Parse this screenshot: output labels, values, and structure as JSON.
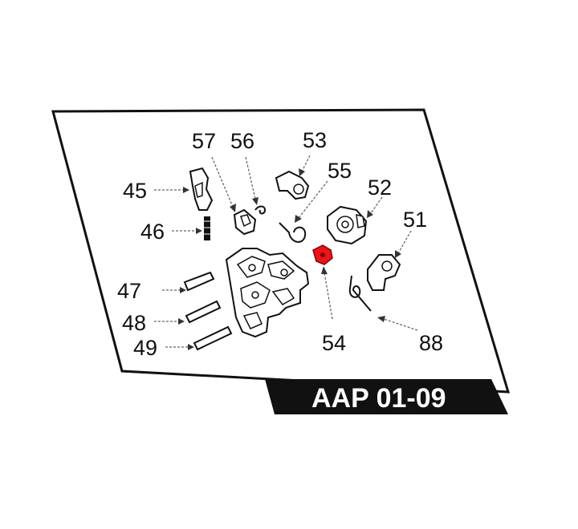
{
  "diagram": {
    "code_label": "AAP 01-09",
    "highlight_color": "#e8161b",
    "labels": [
      "57",
      "56",
      "53",
      "55",
      "45",
      "52",
      "46",
      "51",
      "47",
      "48",
      "49",
      "54",
      "88"
    ]
  }
}
